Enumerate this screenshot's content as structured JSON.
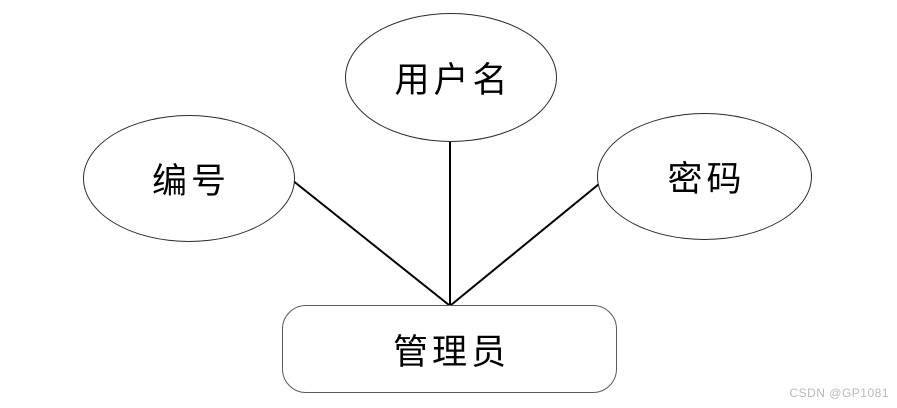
{
  "diagram": {
    "type": "er-attribute-diagram",
    "entity": {
      "label": "管理员",
      "shape": "rounded-rectangle"
    },
    "attributes": [
      {
        "label": "编号",
        "shape": "ellipse",
        "position": "left"
      },
      {
        "label": "用户名",
        "shape": "ellipse",
        "position": "top"
      },
      {
        "label": "密码",
        "shape": "ellipse",
        "position": "right"
      }
    ],
    "connections": [
      {
        "from": "编号",
        "to": "管理员"
      },
      {
        "from": "用户名",
        "to": "管理员"
      },
      {
        "from": "密码",
        "to": "管理员"
      }
    ],
    "colors": {
      "background": "#ffffff",
      "shape_fill": "#ffffff",
      "ellipse_stroke": "#2b2b2b",
      "entity_stroke": "#5a5a5a",
      "line_stroke": "#000000",
      "text": "#000000"
    }
  },
  "watermark": {
    "text": "CSDN @GP1081",
    "color": "#b9b9b9"
  }
}
